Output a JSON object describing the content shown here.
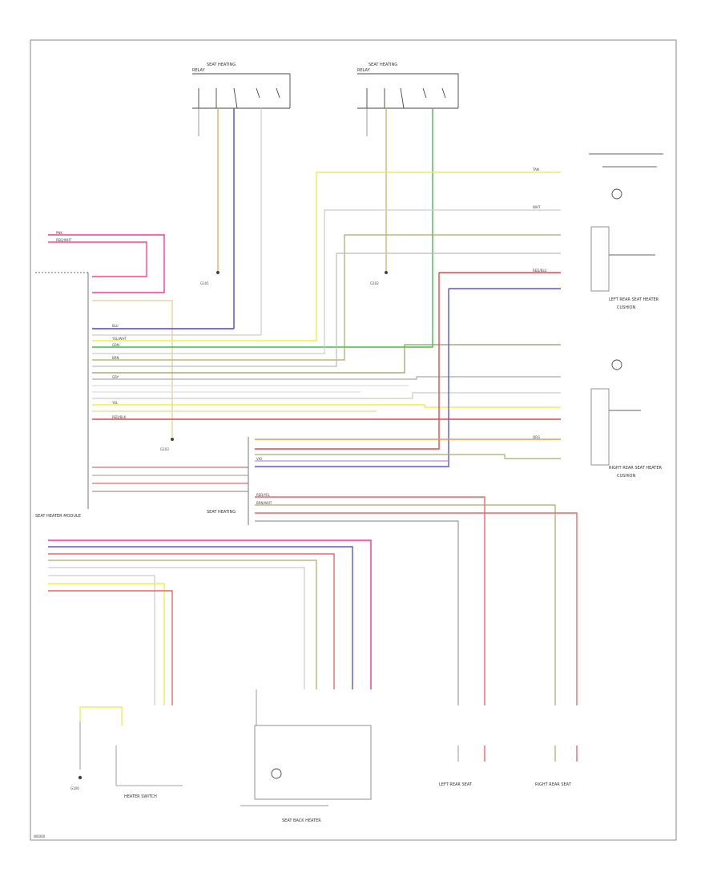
{
  "diagram": {
    "components": {
      "top_switch_1": {
        "title": "SEAT HEATING",
        "group": "RELAY"
      },
      "top_switch_2": {
        "title": "SEAT HEATING",
        "group": "RELAY"
      },
      "seat_module": {
        "title": "SEAT HEATER MODULE"
      },
      "rear_heater_upper": {
        "title": "LEFT REAR SEAT HEATER",
        "sub": "CUSHION"
      },
      "rear_heater_lower": {
        "title": "RIGHT REAR SEAT HEATER",
        "sub": "CUSHION"
      },
      "junction_box": {
        "title": "SEAT HEATING"
      },
      "heater_switch": {
        "title": "HEATER SWITCH"
      },
      "bottom_center": {
        "title": "SEAT BACK HEATER"
      },
      "bottom_rear_left": {
        "title": "LEFT REAR SEAT"
      },
      "bottom_rear_right": {
        "title": "RIGHT REAR SEAT"
      },
      "ground_left": {
        "title": "G100"
      },
      "ground_top_left": {
        "title": "G101"
      },
      "ground_top_right": {
        "title": "G102"
      },
      "ground_mid": {
        "title": "G103"
      }
    },
    "wire_labels": {
      "pk": "PNK",
      "red_wht": "RED/WHT",
      "red_blu": "RED/BLU",
      "brn": "BRN",
      "blu": "BLU",
      "yel_wht": "YEL/WHT",
      "grn": "GRN",
      "red_yel": "RED/YEL",
      "wht": "WHT",
      "gry": "GRY",
      "red_blk": "RED/BLK",
      "tan": "TAN",
      "org": "ORG",
      "vio": "VIO",
      "brn_wht": "BRN/WHT",
      "yel": "YEL"
    },
    "footer_code": "W0000"
  }
}
